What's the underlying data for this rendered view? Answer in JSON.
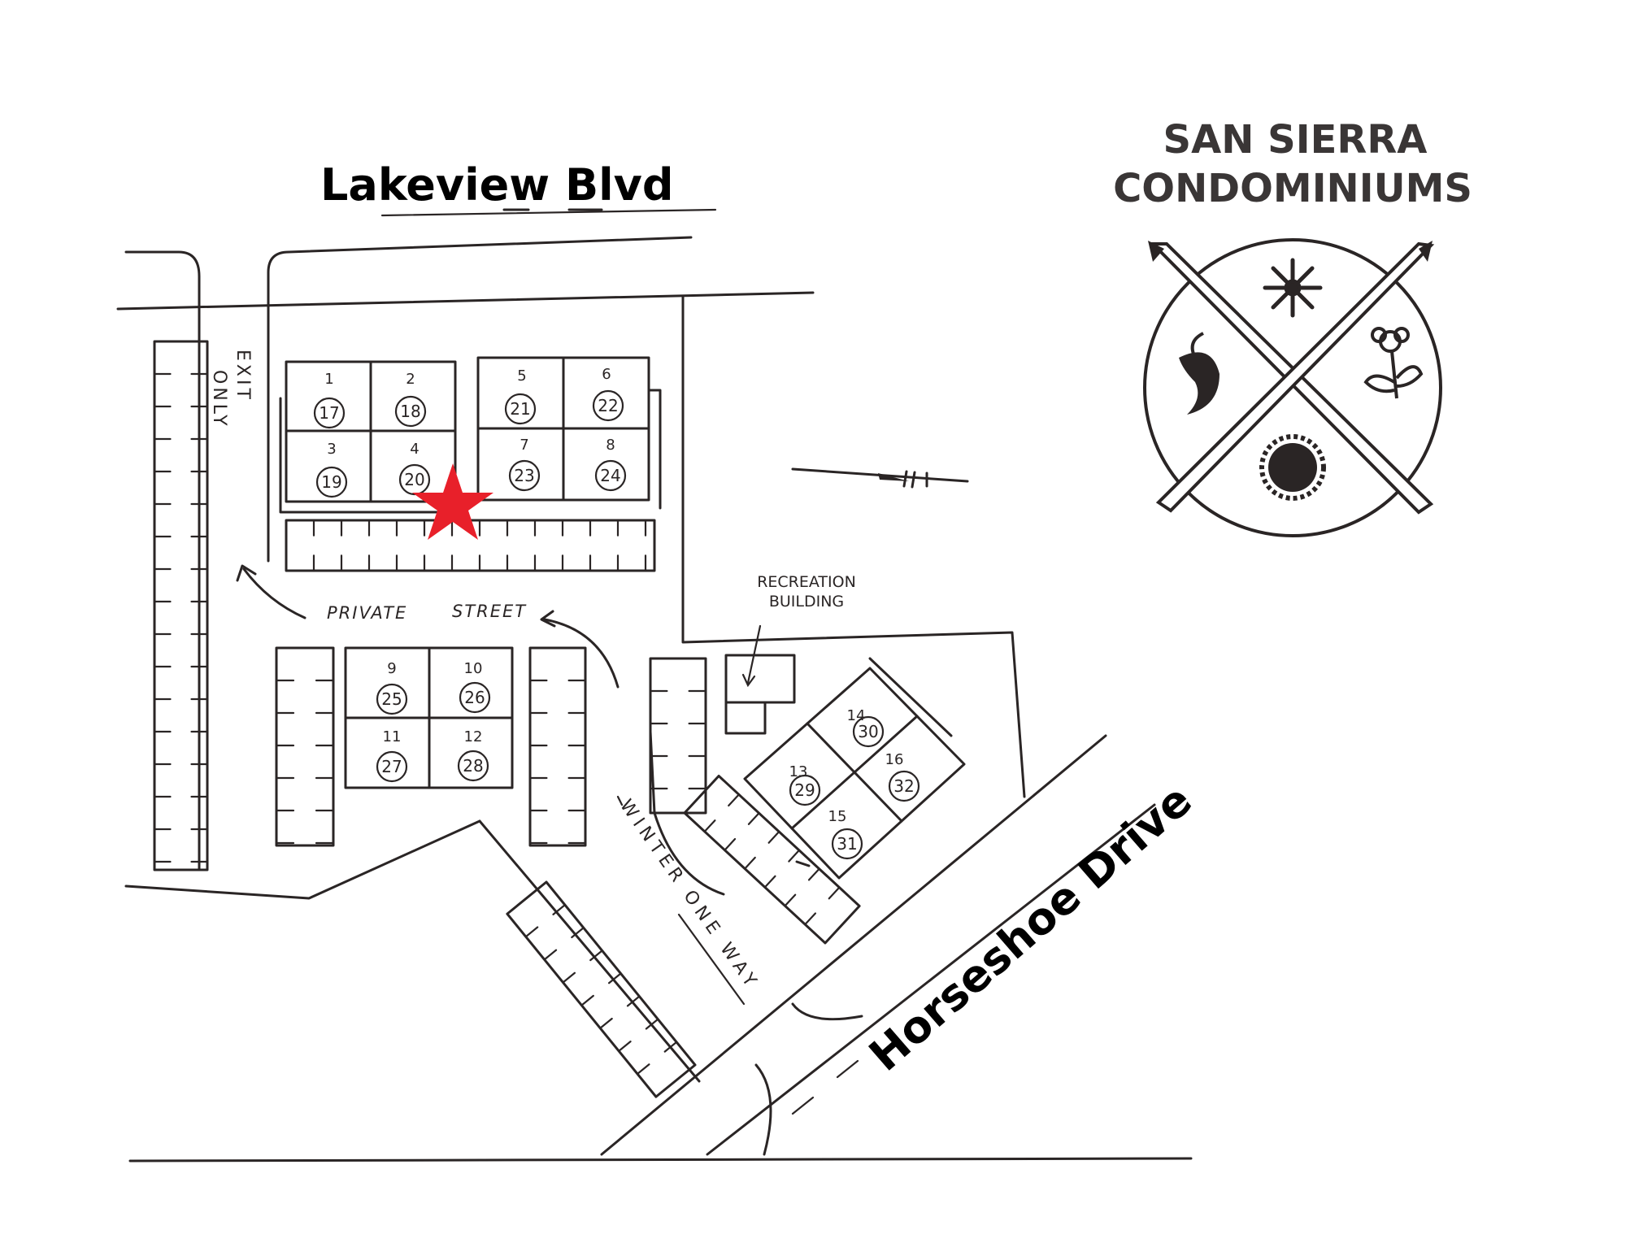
{
  "roads": {
    "top": "Lakeview Blvd",
    "diagonal": "Horseshoe Drive"
  },
  "title": {
    "line1": "SAN SIERRA",
    "line2": "CONDOMINIUMS"
  },
  "labels": {
    "exit_only_1": "EXIT",
    "exit_only_2": "ONLY",
    "private": "PRIVATE",
    "street": "STREET",
    "recreation_1": "RECREATION",
    "recreation_2": "BUILDING",
    "winter_one_way": "WINTER ONE WAY"
  },
  "units": [
    {
      "unit": "1",
      "number": "17"
    },
    {
      "unit": "2",
      "number": "18"
    },
    {
      "unit": "3",
      "number": "19"
    },
    {
      "unit": "4",
      "number": "20"
    },
    {
      "unit": "5",
      "number": "21"
    },
    {
      "unit": "6",
      "number": "22"
    },
    {
      "unit": "7",
      "number": "23"
    },
    {
      "unit": "8",
      "number": "24"
    },
    {
      "unit": "9",
      "number": "25"
    },
    {
      "unit": "10",
      "number": "26"
    },
    {
      "unit": "11",
      "number": "27"
    },
    {
      "unit": "12",
      "number": "28"
    },
    {
      "unit": "13",
      "number": "29"
    },
    {
      "unit": "14",
      "number": "30"
    },
    {
      "unit": "15",
      "number": "31"
    },
    {
      "unit": "16",
      "number": "32"
    }
  ],
  "logo_icons": [
    "snowflake-icon",
    "chili-pepper-icon",
    "flower-icon",
    "sunflower-icon",
    "crossed-skis-icon"
  ],
  "colors": {
    "marker": "#e8202a",
    "ink": "#2a2525"
  }
}
